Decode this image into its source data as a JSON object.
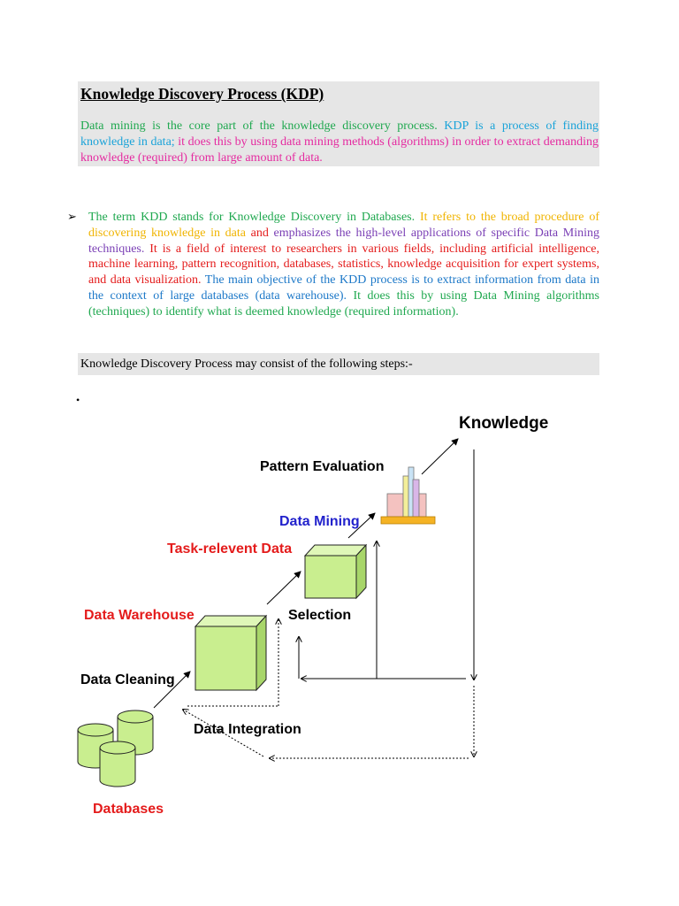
{
  "heading": {
    "title": "Knowledge Discovery Process (KDP)",
    "intro": [
      {
        "text": "Data mining is the core part of the knowledge discovery process. ",
        "color": "#1fa84f"
      },
      {
        "text": "KDP is a process of finding knowledge in data; ",
        "color": "#1aa3d9"
      },
      {
        "text": "it does this by using data mining methods (algorithms) in order to extract demanding knowledge (required) from large amount of data.",
        "color": "#e52aa0"
      }
    ]
  },
  "bullet": {
    "marker": "➢",
    "segments": [
      {
        "text": "The term KDD stands for Knowledge Discovery in Databases. ",
        "color": "#1fa84f"
      },
      {
        "text": "It refers to the broad procedure of discovering knowledge in data ",
        "color": "#f0b400"
      },
      {
        "text": "and ",
        "color": "#e41b1b"
      },
      {
        "text": "emphasizes the high-level applications of specific Data Mining techniques. ",
        "color": "#7a3fb5"
      },
      {
        "text": "It is a field of interest to researchers in various fields, including artificial intelligence, machine learning, pattern recognition, databases, statistics, knowledge acquisition for expert systems, and data visualization. ",
        "color": "#e41b1b"
      },
      {
        "text": "The main objective of the KDD process is to extract information from data in the context of large databases (data warehouse). ",
        "color": "#1c78c8"
      },
      {
        "text": "It does this by using Data Mining algorithms (techniques) to identify what is deemed knowledge (required information).",
        "color": "#1fa84f"
      }
    ]
  },
  "steps_intro": "Knowledge Discovery Process may consist of the following steps:-",
  "small_bullet": "•",
  "diagram": {
    "labels": {
      "knowledge": "Knowledge",
      "pattern_evaluation": "Pattern Evaluation",
      "data_mining": "Data Mining",
      "task_relevant_data": "Task-relevent Data",
      "data_warehouse": "Data Warehouse",
      "selection": "Selection",
      "data_cleaning": "Data Cleaning",
      "data_integration": "Data Integration",
      "databases": "Databases"
    },
    "colors": {
      "box_fill": "#c9ee8f",
      "stage_red": "#e41b1b",
      "stage_blue": "#2222cc",
      "stage_black": "#000000"
    }
  }
}
